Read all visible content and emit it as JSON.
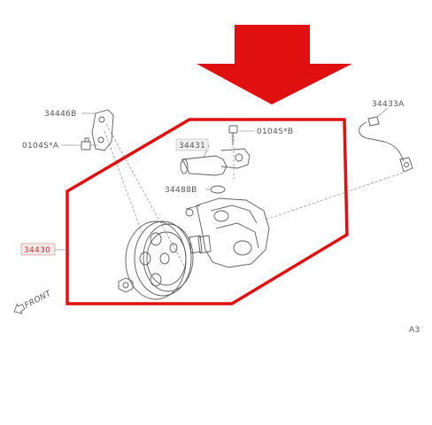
{
  "labels": {
    "p34446B": "34446B",
    "p0104SA": "0104S*A",
    "p34431": "34431",
    "p0104SB": "0104S*B",
    "p34488B": "34488B",
    "p34430": "34430",
    "p34433A": "34433A",
    "front": "FRONT",
    "sheet": "A3"
  },
  "colors": {
    "highlight": "#e01010",
    "line": "#5a5a5a",
    "text": "#555555"
  }
}
